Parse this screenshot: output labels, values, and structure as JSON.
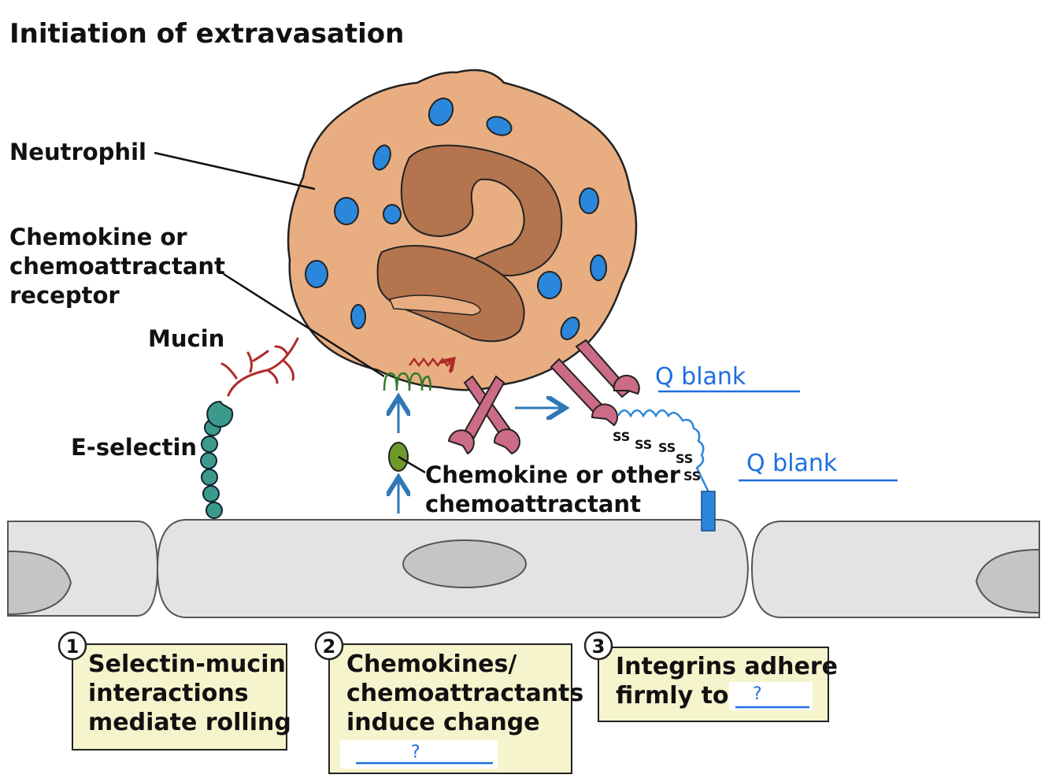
{
  "title": "Initiation of extravasation",
  "labels": {
    "neutrophil": "Neutrophil",
    "receptor": [
      "Chemokine or",
      "chemoattractant",
      "receptor"
    ],
    "mucin": "Mucin",
    "e_selectin": "E-selectin",
    "chemokine": [
      "Chemokine or other",
      "chemoattractant"
    ],
    "ss": "SS"
  },
  "handwritten": {
    "blank_1": "Q blank",
    "blank_2": "Q blank",
    "q_mark": "?"
  },
  "steps": [
    {
      "number": "1",
      "lines": [
        "Selectin-mucin",
        "interactions",
        "mediate rolling"
      ]
    },
    {
      "number": "2",
      "lines": [
        "Chemokines/",
        "chemoattractants",
        "induce change"
      ]
    },
    {
      "number": "3",
      "lines": [
        "Integrins adhere",
        "firmly to"
      ]
    }
  ],
  "colors": {
    "cell": "#e8ae82",
    "nucleus": "#b3744e",
    "granule": "#2b87db",
    "endothelium": "#e3e3e5",
    "endothelium_nucleus": "#c5c5c7",
    "mucin": "#b02a2a",
    "selectin": "#3c9a8c",
    "integrin": "#cc6b86",
    "receptor": "#2f7a2a",
    "chemokine": "#6f9a2a",
    "arrow": "#2f77b6",
    "ligand": "#2b87db",
    "box": "#f6f4cd",
    "handwriting": "#1e6fe0"
  }
}
